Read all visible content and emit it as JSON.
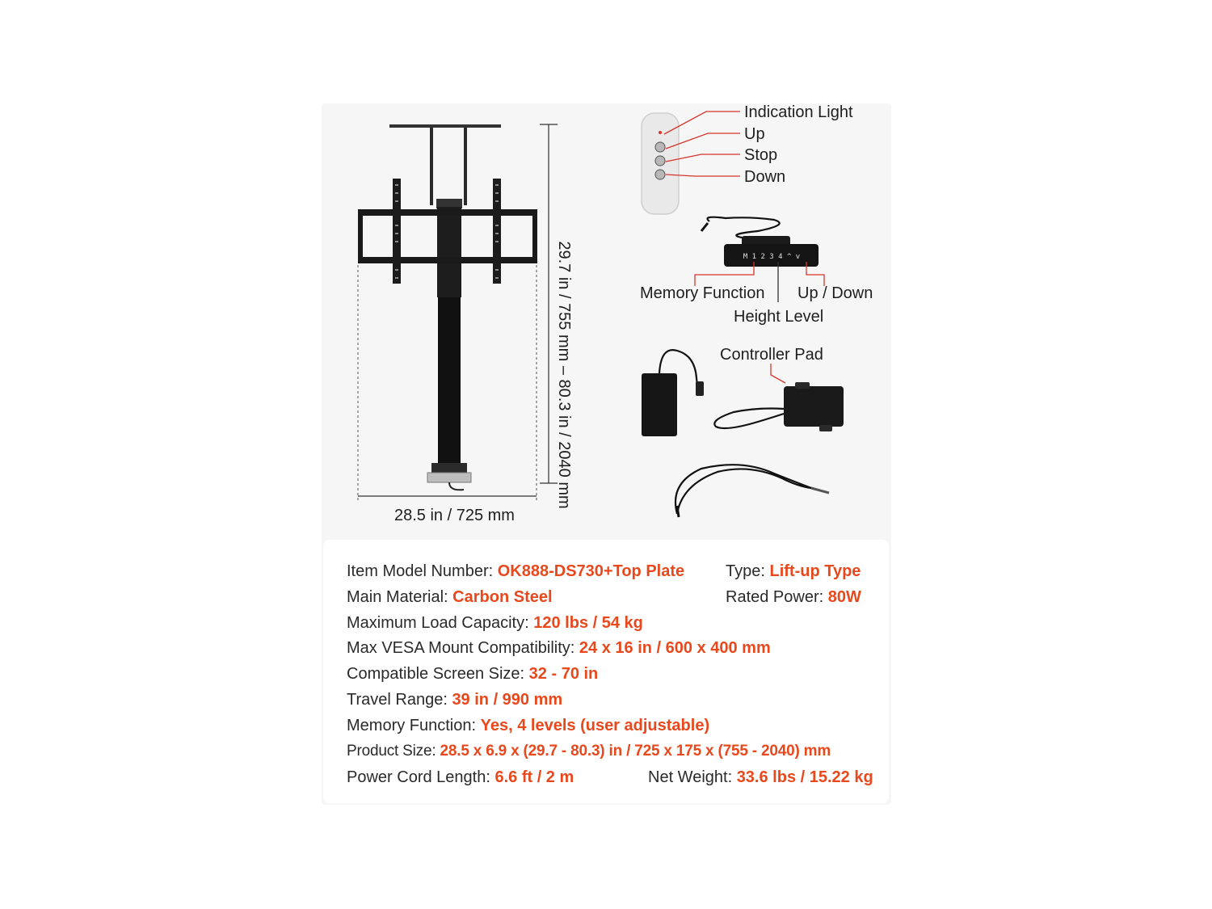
{
  "colors": {
    "accent": "#e8481c",
    "callout_line": "#d9342b",
    "panel": "#f6f6f6"
  },
  "figure": {
    "height_dimension": "29.7 in / 755 mm  –  80.3 in / 2040 mm",
    "width_dimension": "28.5 in / 725 mm",
    "remote_labels": {
      "indication_light": "Indication Light",
      "up": "Up",
      "stop": "Stop",
      "down": "Down"
    },
    "control_panel": {
      "button_legend": "M 1 2 3 4 ^ v",
      "memory_function": "Memory Function",
      "up_down": "Up / Down",
      "height_level": "Height Level"
    },
    "controller_pad": "Controller Pad"
  },
  "specs": {
    "model": {
      "label": "Item Model Number:",
      "value": "OK888-DS730+Top Plate"
    },
    "type": {
      "label": "Type:",
      "value": "Lift-up Type"
    },
    "material": {
      "label": "Main Material:",
      "value": "Carbon Steel"
    },
    "power": {
      "label": "Rated Power:",
      "value": "80W"
    },
    "load": {
      "label": "Maximum Load Capacity:",
      "value": "120 lbs / 54 kg"
    },
    "vesa": {
      "label": "Max VESA Mount Compatibility:",
      "value": "24 x 16 in / 600 x 400 mm"
    },
    "screen": {
      "label": "Compatible Screen Size:",
      "value": "32 - 70 in"
    },
    "travel": {
      "label": "Travel Range:",
      "value": "39 in / 990 mm"
    },
    "memory": {
      "label": "Memory Function:",
      "value": "Yes, 4 levels (user adjustable)"
    },
    "size": {
      "label": "Product Size:",
      "value": "28.5 x 6.9 x (29.7 - 80.3) in / 725 x 175 x (755 - 2040) mm"
    },
    "cord": {
      "label": "Power Cord Length:",
      "value": "6.6 ft / 2 m"
    },
    "weight": {
      "label": "Net Weight:",
      "value": "33.6 lbs / 15.22 kg"
    }
  }
}
